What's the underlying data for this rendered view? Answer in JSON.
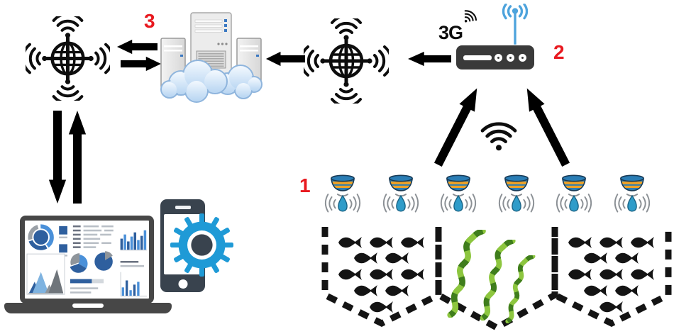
{
  "diagram": {
    "stage_labels": {
      "sensors": "1",
      "gateway": "2",
      "cloud": "3"
    },
    "gateway": {
      "network_label": "3G",
      "led_count": 3
    },
    "sensors": {
      "count": 6
    },
    "tanks": [
      {
        "kind": "fish",
        "rows": [
          3,
          2,
          3,
          2,
          1
        ]
      },
      {
        "kind": "seaweed",
        "strands": 3
      },
      {
        "kind": "fish",
        "rows": [
          3,
          2,
          3,
          2,
          1
        ]
      }
    ],
    "cloud": {
      "server_count": 3
    },
    "icons": {
      "internet": "iot-globe-icon",
      "cloud": "cloud-servers-icon",
      "gateway": "3g-router-icon",
      "antenna": "antenna-icon",
      "wifi": "wifi-icon",
      "sensor": "water-quality-sensor-icon",
      "fish": "fish-icon",
      "seaweed": "seaweed-icon",
      "monitor": "laptop-dashboard-icon",
      "mobile": "smartphone-gear-icon"
    },
    "colors": {
      "label_red": "#e8191f",
      "line_black": "#141414",
      "antenna_blue": "#4da3dc",
      "gear_blue": "#1f9ad6",
      "sensor_bowl": "#2a7db5",
      "sensor_stripe": "#efa226",
      "sensor_drop": "#2f9cc9",
      "wave_gray": "#8a8f94",
      "seaweed_light": "#8dc63f",
      "seaweed_dark": "#3f7d1c",
      "dash_dark_blue": "#2e5f9e",
      "dash_blue": "#4a90d9",
      "device_slate": "#39434e",
      "laptop_gray": "#474747",
      "cloud_fill": "#cfe3f7"
    }
  }
}
